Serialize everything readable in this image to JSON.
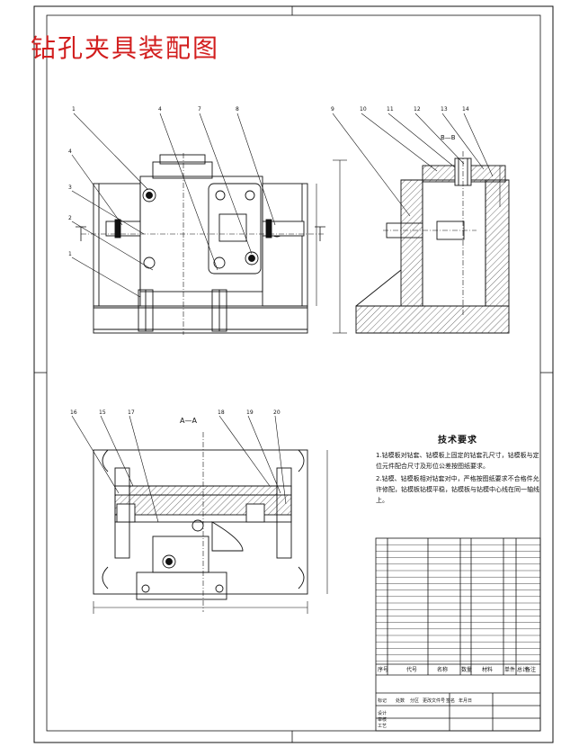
{
  "title": "钻孔夹具装配图",
  "view_labels": {
    "section_aa": "A—A",
    "section_bb": "B—B"
  },
  "balloons_top": [
    "1",
    "4",
    "7",
    "8",
    "9",
    "10",
    "11",
    "12",
    "13",
    "14"
  ],
  "balloons_left": [
    "4",
    "3",
    "2",
    "1"
  ],
  "balloons_bottom": [
    "16",
    "15",
    "17",
    "18",
    "19",
    "20"
  ],
  "tech_requirements": {
    "heading": "技术要求",
    "item1": "1.钻模板对钻套、钻模板上固定的钻套孔尺寸，钻模板与定位元件配合尺寸及形位公差按图纸要求。",
    "item2": "2.钻模、钻模板相对钻套对中，严格按图纸要求不合格件允许修配，钻模板钻模平稳，钻模板与钻模中心线在同一轴线上。"
  },
  "title_block": {
    "col_headers": [
      "序号",
      "代号",
      "名称",
      "数量",
      "材料",
      "单件",
      "总计",
      "备注"
    ],
    "sign_row": [
      "标记",
      "处数",
      "分区",
      "更改文件号",
      "签名",
      "年月日"
    ],
    "role_rows": [
      "设计",
      "审核",
      "工艺"
    ]
  }
}
